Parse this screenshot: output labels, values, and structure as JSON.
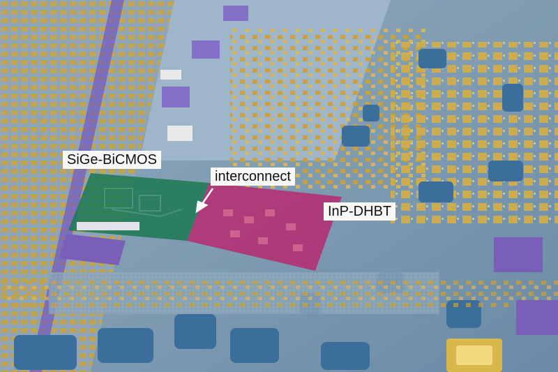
{
  "labels": {
    "sige_bicmos": "SiGe-BiCMOS",
    "interconnect": "interconnect",
    "inp_dhbt": "InP-DHBT"
  },
  "colors": {
    "substrate": "#7f9db4",
    "gold_pads": "#c9a640",
    "sige_overlay": "#1f7a55",
    "inp_overlay": "#b8266e",
    "label_background": "#f7f7f5",
    "dark_wells": "#3b6e9a",
    "purple_regions": "#7a5fb8"
  }
}
